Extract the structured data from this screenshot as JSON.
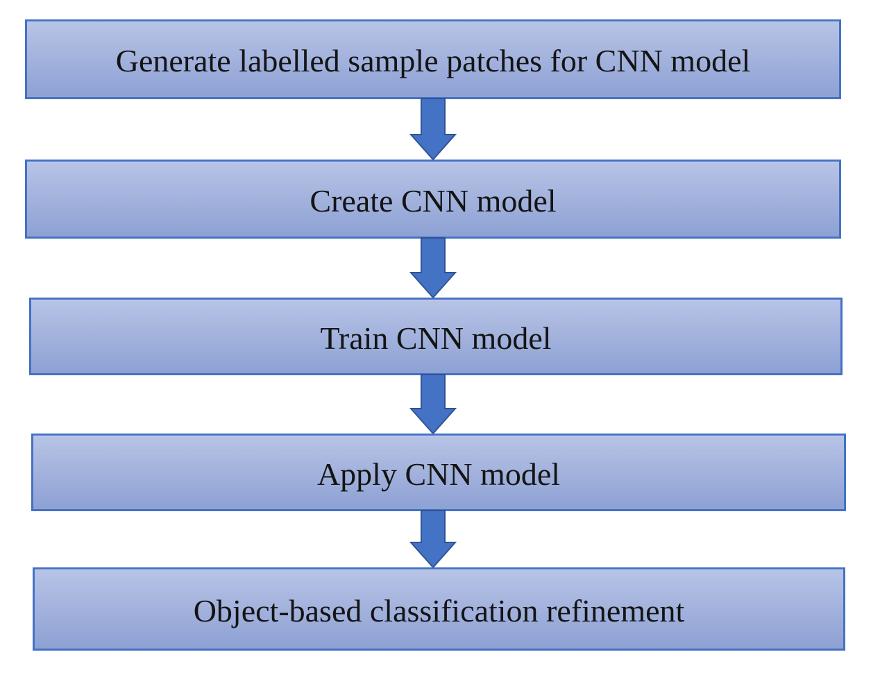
{
  "diagram": {
    "type": "flowchart",
    "direction": "top-down",
    "steps": [
      {
        "label": "Generate labelled sample patches for CNN model"
      },
      {
        "label": "Create CNN model"
      },
      {
        "label": "Train CNN model"
      },
      {
        "label": "Apply CNN model"
      },
      {
        "label": "Object-based classification refinement"
      }
    ],
    "connector": "down-block-arrow",
    "connector_count": 4,
    "colors": {
      "box_fill_top": "#b8c4e6",
      "box_fill_bottom": "#8da1d4",
      "box_border": "#4472c4",
      "arrow_fill": "#4472c4",
      "arrow_border": "#2f5496",
      "text": "#141414",
      "background": "#ffffff"
    }
  }
}
